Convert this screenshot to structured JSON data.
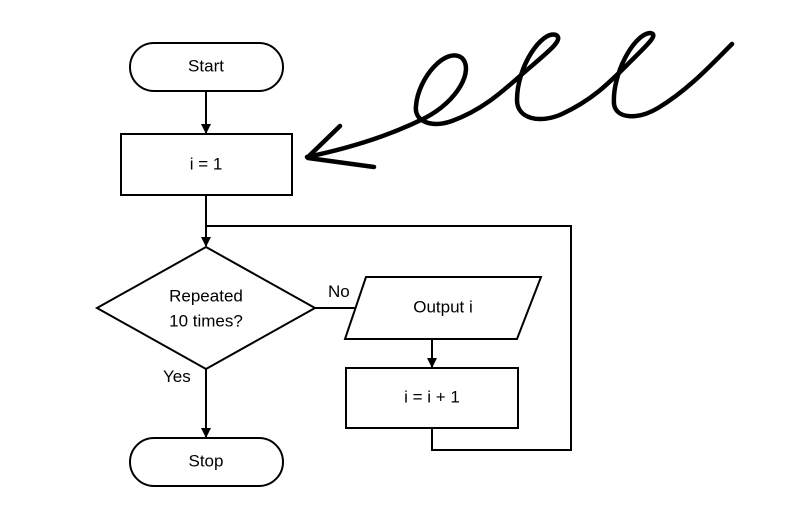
{
  "diagram": {
    "nodes": {
      "start": {
        "label": "Start",
        "shape": "terminal"
      },
      "init": {
        "label": "i = 1",
        "shape": "process"
      },
      "decision": {
        "line1": "Repeated",
        "line2": "10 times?",
        "shape": "decision"
      },
      "output": {
        "label": "Output i",
        "shape": "input-output"
      },
      "increment": {
        "label": "i = i + 1",
        "shape": "process"
      },
      "stop": {
        "label": "Stop",
        "shape": "terminal"
      }
    },
    "edges": {
      "no_label": "No",
      "yes_label": "Yes"
    },
    "annotation": {
      "kind": "handwritten-arrow-scribble",
      "points_to": "init"
    },
    "colors": {
      "stroke": "#000000",
      "fill": "#ffffff"
    }
  }
}
